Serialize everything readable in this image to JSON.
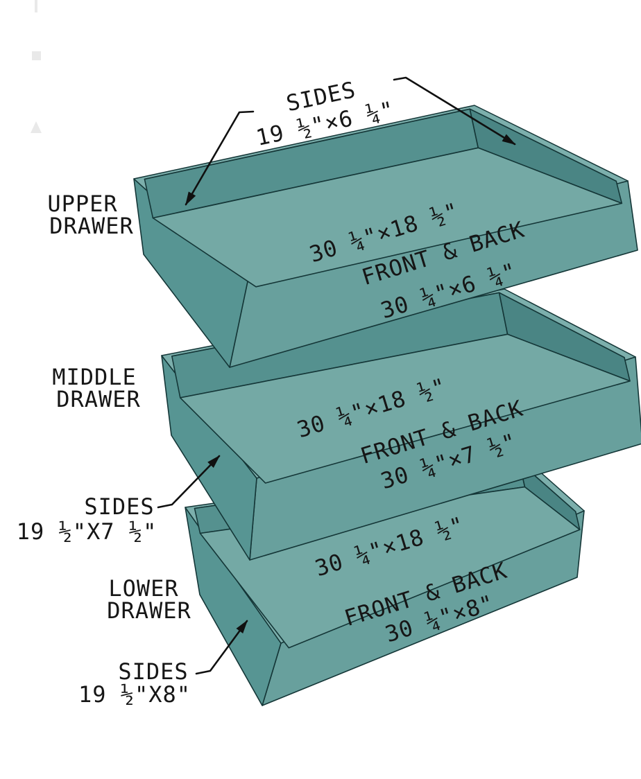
{
  "colors": {
    "background": "#ffffff",
    "outline": "#143637",
    "rim": "#7cafac",
    "front_outer": "#68a09d",
    "left_outer": "#579593",
    "back_inner": "#55918f",
    "right_inner": "#4a8584",
    "bottom_inner": "#74a9a5",
    "text": "#161616",
    "arrow": "#101010"
  },
  "drawers": {
    "upper": {
      "name_line1": "UPPER",
      "name_line2": "DRAWER",
      "sides_line1": "SIDES",
      "sides_line2": "19 ½\"×6 ¼\"",
      "bottom_dim": "30 ¼\"×18 ½\"",
      "front_line1": "FRONT & BACK",
      "front_line2": "30 ¼\"×6 ¼\""
    },
    "middle": {
      "name_line1": "MIDDLE",
      "name_line2": "DRAWER",
      "sides_line1": "SIDES",
      "sides_line2": "19 ½\"X7 ½\"",
      "bottom_dim": "30 ¼\"×18 ½\"",
      "front_line1": "FRONT & BACK",
      "front_line2": "30 ¼\"×7 ½\""
    },
    "lower": {
      "name_line1": "LOWER",
      "name_line2": "DRAWER",
      "sides_line1": "SIDES",
      "sides_line2": "19 ½\"X8\"",
      "bottom_dim": "30 ¼\"×18 ½\"",
      "front_line1": "FRONT & BACK",
      "front_line2": "30 ¼\"×8\""
    }
  }
}
